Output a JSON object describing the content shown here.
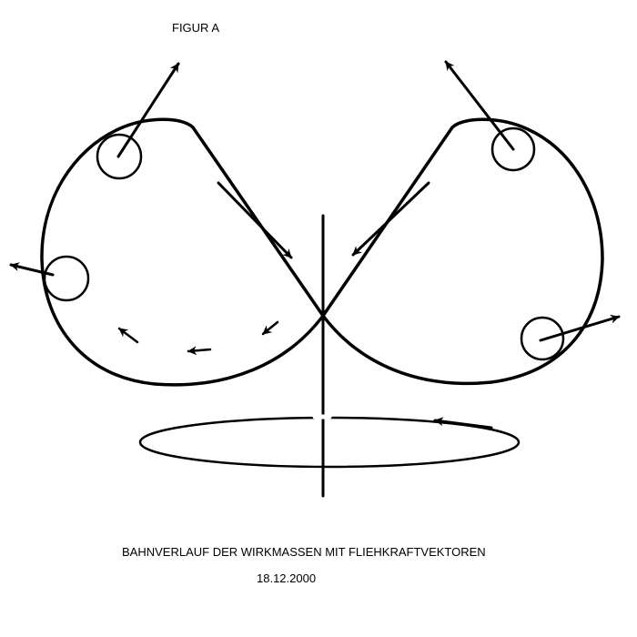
{
  "figure_label": "FIGUR A",
  "caption": "BAHNVERLAUF DER WIRKMASSEN MIT FLIEHKRAFTVEKTOREN",
  "date": "18.12.2000",
  "colors": {
    "ink": "#000000",
    "background": "#ffffff"
  }
}
